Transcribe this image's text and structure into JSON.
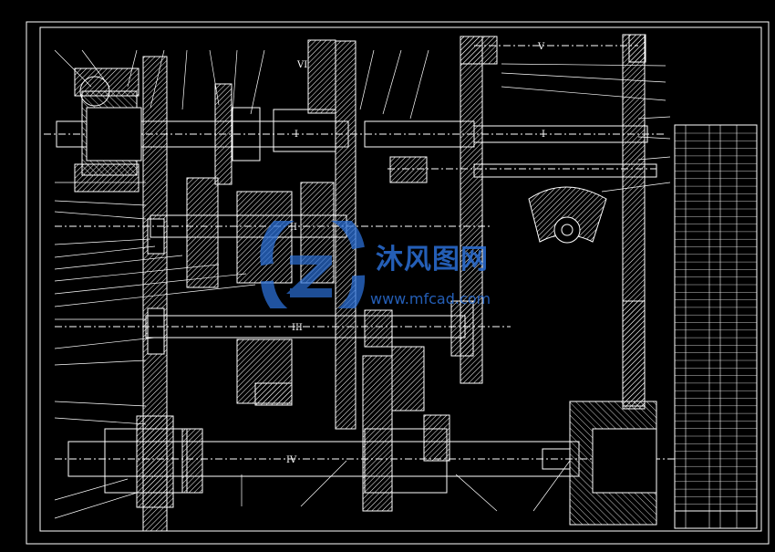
{
  "watermark": {
    "brand": "沐风图网",
    "url": "www.mfcad.com"
  },
  "shaft_labels": {
    "s1_left": "I",
    "s1_right": "I",
    "s2": "II",
    "s3": "III",
    "s4": "IV",
    "s5": "V",
    "s6": "VI"
  },
  "colors": {
    "background": "#000000",
    "lines": "#ffffff",
    "hatch": "#ffffff",
    "watermark": "#2b6fd6"
  }
}
